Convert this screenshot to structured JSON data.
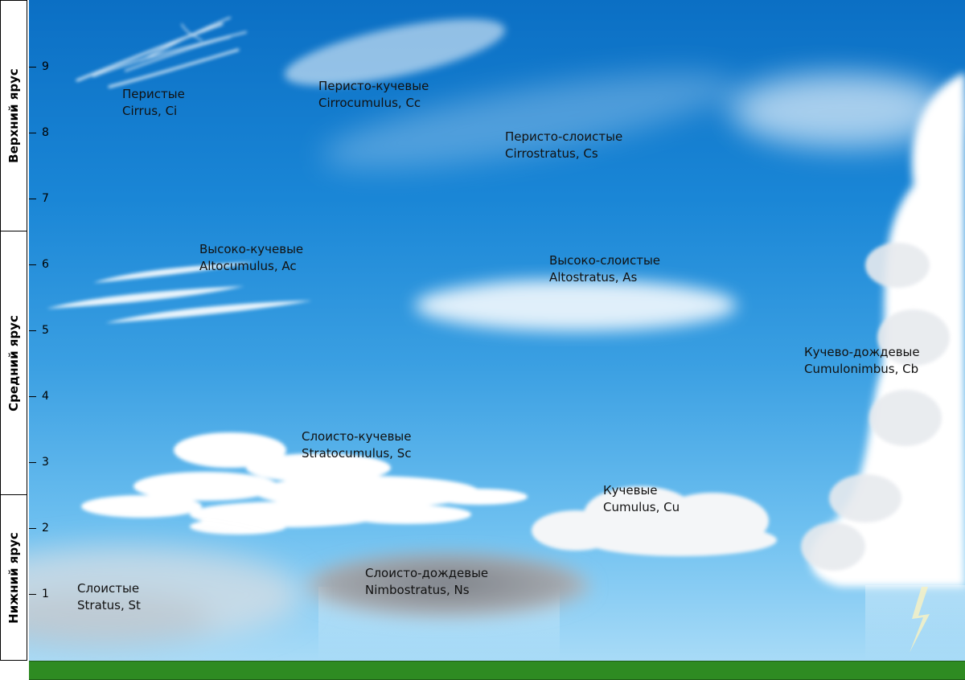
{
  "tiers": {
    "upper": "Верхний ярус",
    "middle": "Средний ярус",
    "lower": "Нижний ярус"
  },
  "scale": {
    "ticks": [
      "1",
      "2",
      "3",
      "4",
      "5",
      "6",
      "7",
      "8",
      "9"
    ]
  },
  "clouds": {
    "cirrus": {
      "ru": "Перистые",
      "latin": "Cirrus, Ci"
    },
    "cirrocumulus": {
      "ru": "Перисто-кучевые",
      "latin": "Cirrocumulus, Cc"
    },
    "cirrostratus": {
      "ru": "Перисто-слоистые",
      "latin": "Cirrostratus, Cs"
    },
    "altocumulus": {
      "ru": "Высоко-кучевые",
      "latin": "Altocumulus, Ac"
    },
    "altostratus": {
      "ru": "Высоко-слоистые",
      "latin": "Altostratus, As"
    },
    "cumulonimbus": {
      "ru": "Кучево-дождевые",
      "latin": "Cumulonimbus, Cb"
    },
    "stratocumulus": {
      "ru": "Слоисто-кучевые",
      "latin": "Stratocumulus, Sc"
    },
    "cumulus": {
      "ru": "Кучевые",
      "latin": "Cumulus, Cu"
    },
    "nimbostratus": {
      "ru": "Слоисто-дождевые",
      "latin": "Nimbostratus, Ns"
    },
    "stratus": {
      "ru": "Слоистые",
      "latin": "Stratus, St"
    }
  },
  "colors": {
    "sky_top": "#0b6fc4",
    "sky_bottom": "#a8dbf7",
    "ground": "#2e8b22",
    "cloud": "#ffffff",
    "rain_cloud": "#8a8f96"
  }
}
